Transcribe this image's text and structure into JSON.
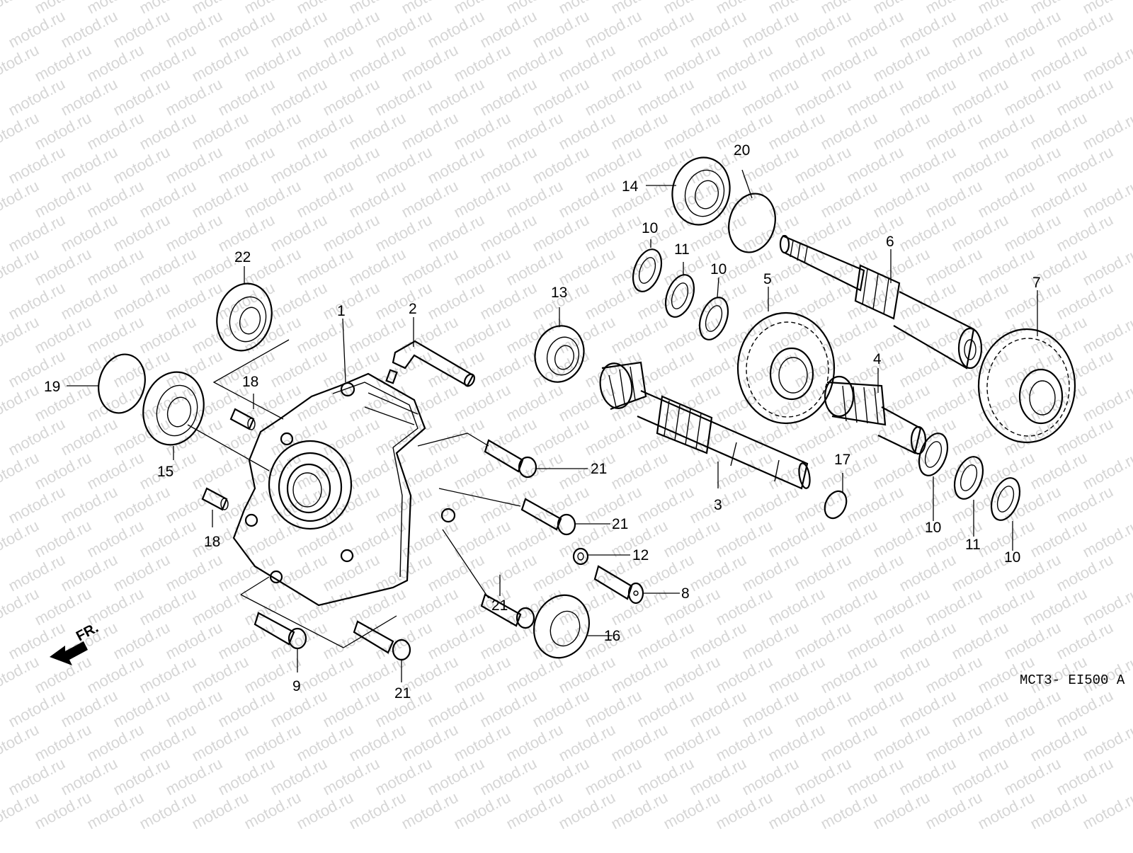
{
  "watermark": "motod.ru",
  "diagram_code": "MCT3- EI500 A",
  "front_arrow_label": "FR.",
  "callouts": {
    "c1": "1",
    "c2": "2",
    "c3": "3",
    "c4": "4",
    "c5": "5",
    "c6": "6",
    "c7": "7",
    "c8": "8",
    "c9": "9",
    "c10a": "10",
    "c10b": "10",
    "c10c": "10",
    "c10d": "10",
    "c11a": "11",
    "c11b": "11",
    "c12": "12",
    "c13": "13",
    "c14": "14",
    "c15": "15",
    "c16": "16",
    "c17": "17",
    "c18a": "18",
    "c18b": "18",
    "c19": "19",
    "c20": "20",
    "c21a": "21",
    "c21b": "21",
    "c21c": "21",
    "c21d": "21",
    "c22": "22"
  },
  "colors": {
    "line": "#000000",
    "watermark": "#d6d6d6",
    "background": "#ffffff"
  }
}
